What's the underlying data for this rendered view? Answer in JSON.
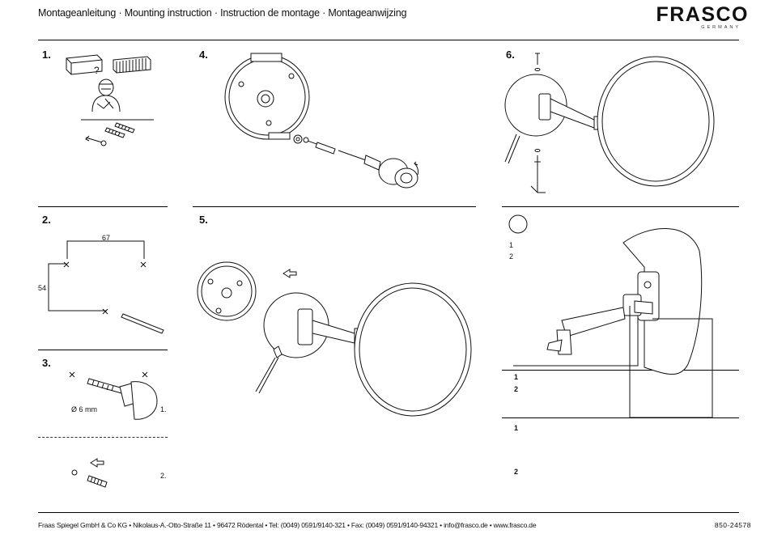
{
  "header": {
    "title": "Montageanleitung · Mounting instruction · Instruction de montage · Montageanwijzing",
    "brand": "FRASCO",
    "brand_sub": "GERMANY"
  },
  "steps": {
    "s1": "1.",
    "s2": "2.",
    "s3": "3.",
    "s4": "4.",
    "s5": "5.",
    "s6": "6."
  },
  "step1": {
    "question_mark": "?"
  },
  "step2": {
    "dim_width": "67",
    "dim_height": "54"
  },
  "step3": {
    "drill_label": "Ø 6 mm",
    "sub1": "1.",
    "sub2": "2."
  },
  "step7": {
    "list_top": [
      "1",
      "2"
    ],
    "list_mid": [
      "1",
      "2"
    ],
    "list_bottom": [
      "1",
      "2"
    ]
  },
  "footer": {
    "text": "Fraas Spiegel GmbH & Co KG • Nikolaus-A.-Otto-Straße 11 • 96472 Rödental • Tel: (0049) 0591/9140-321 • Fax: (0049) 0591/9140-94321 • info@frasco.de • www.frasco.de",
    "code": "850-24578"
  }
}
